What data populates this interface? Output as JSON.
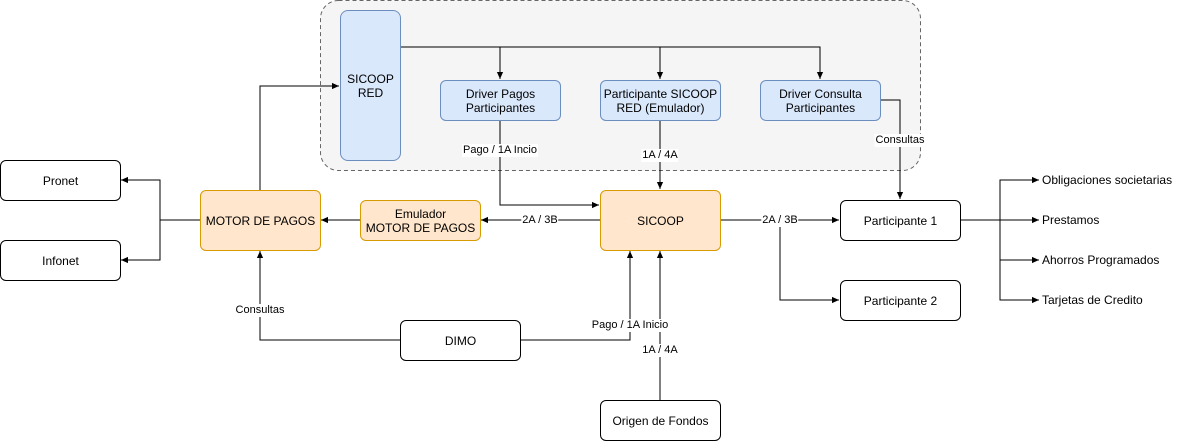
{
  "nodes": {
    "sicoop_red": "SICOOP\nRED",
    "driver_pagos": "Driver Pagos\nParticipantes",
    "participante_sicoop_red": "Participante SICOOP\nRED (Emulador)",
    "driver_consulta": "Driver Consulta\nParticipantes",
    "pronet": "Pronet",
    "infonet": "Infonet",
    "motor_pagos": "MOTOR DE PAGOS",
    "emulador_motor": "Emulador\nMOTOR DE PAGOS",
    "sicoop": "SICOOP",
    "participante_1": "Participante 1",
    "participante_2": "Participante 2",
    "dimo": "DIMO",
    "origen_fondos": "Origen de Fondos"
  },
  "products": {
    "obligaciones": "Obligaciones societarias",
    "prestamos": "Prestamos",
    "ahorros": "Ahorros Programados",
    "tarjetas": "Tarjetas de Credito"
  },
  "edge_labels": {
    "pago_1a_incio": "Pago / 1A Incio",
    "driver_1a_4a": "1A / 4A",
    "consultas_driver": "Consultas",
    "sicoop_to_emulador": "2A / 3B",
    "sicoop_to_participante": "2A / 3B",
    "consultas_dimo": "Consultas",
    "pago_1a_inicio_dimo": "Pago / 1A Inicio",
    "origen_1a_4a": "1A / 4A"
  },
  "colors": {
    "blue_fill": "#dae8fc",
    "blue_stroke": "#6c8ebf",
    "orange_fill": "#ffe6cc",
    "orange_stroke": "#d79b00",
    "group_fill": "#f5f5f5",
    "group_stroke": "#666666"
  }
}
